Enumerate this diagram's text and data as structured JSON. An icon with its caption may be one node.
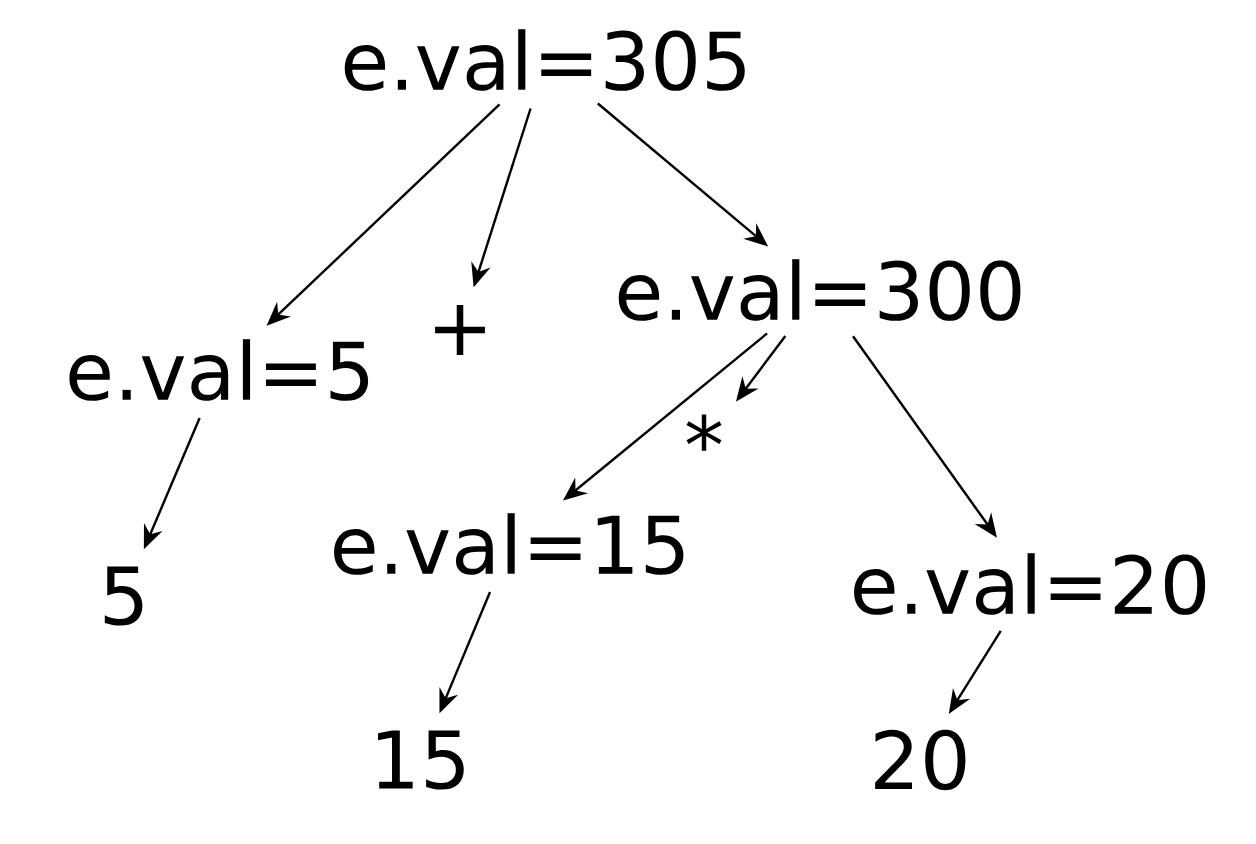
{
  "diagram": {
    "nodes": [
      {
        "text": [
          "e.val=305"
        ]
      },
      {
        "text": [
          "e.val=5"
        ]
      },
      {
        "text": [
          "+"
        ]
      },
      {
        "text": [
          "e.val=300"
        ]
      },
      {
        "text": [
          "5"
        ]
      },
      {
        "text": [
          "e.val=15"
        ]
      },
      {
        "text": [
          "*"
        ]
      },
      {
        "text": [
          "e.val=20"
        ]
      },
      {
        "text": [
          "15"
        ]
      },
      {
        "text": [
          "20"
        ]
      }
    ],
    "edges": [
      {
        "from": 0,
        "to": 1,
        "arrow": "to"
      },
      {
        "from": 0,
        "to": 2,
        "arrow": "to"
      },
      {
        "from": 0,
        "to": 3,
        "arrow": "to"
      },
      {
        "from": 1,
        "to": 4,
        "arrow": "to"
      },
      {
        "from": 3,
        "to": 5,
        "arrow": "to"
      },
      {
        "from": 3,
        "to": 6,
        "arrow": "to"
      },
      {
        "from": 3,
        "to": 7,
        "arrow": "to"
      },
      {
        "from": 5,
        "to": 8,
        "arrow": "to"
      },
      {
        "from": 7,
        "to": 9,
        "arrow": "to"
      }
    ]
  }
}
